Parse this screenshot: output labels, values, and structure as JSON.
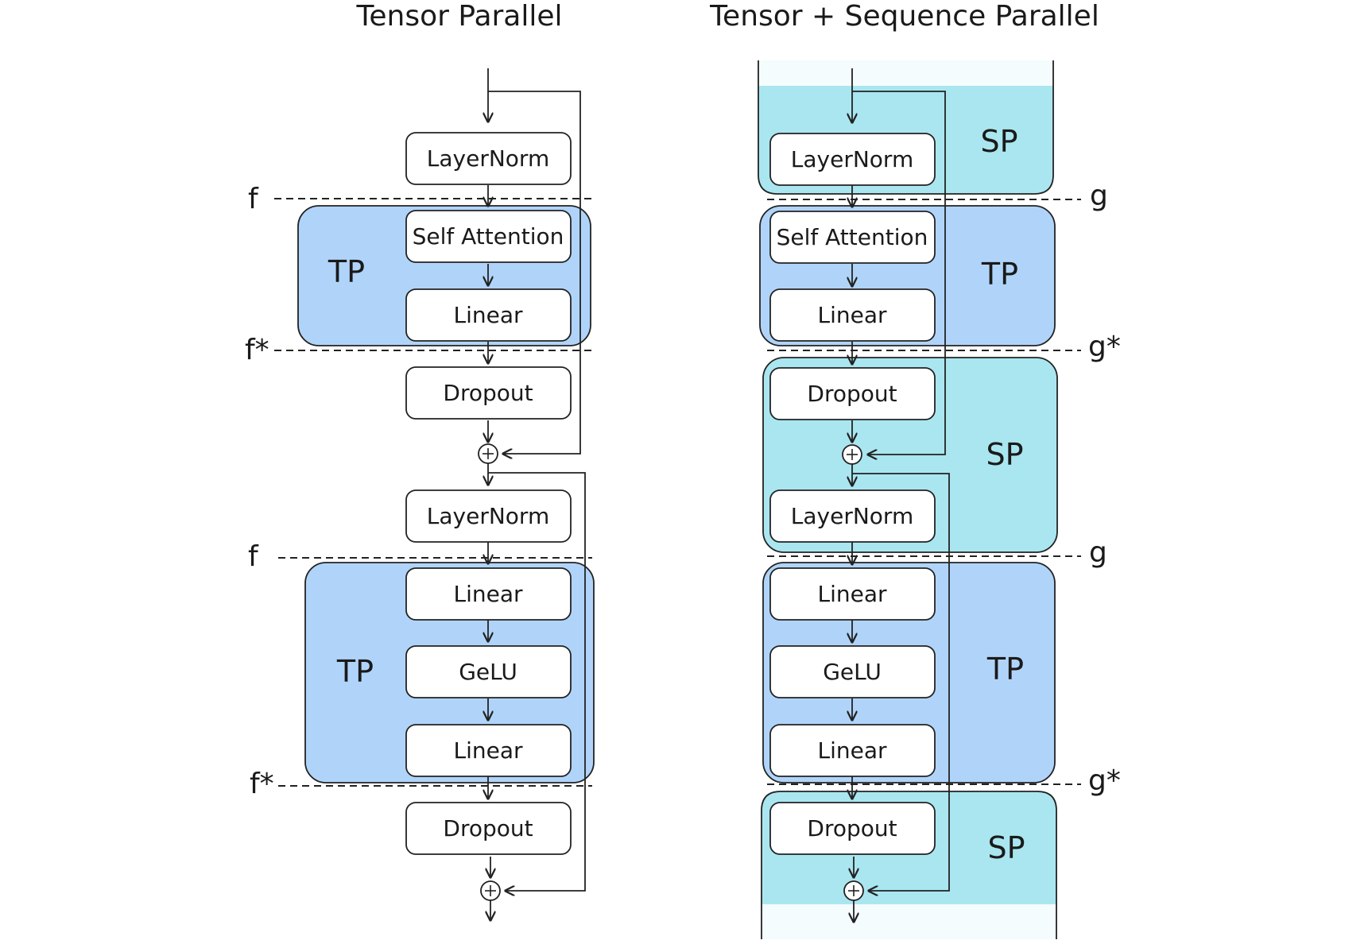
{
  "titles": {
    "left": "Tensor Parallel",
    "right": "Tensor + Sequence Parallel"
  },
  "left": {
    "blocks": [
      "LayerNorm",
      "Self Attention",
      "Linear",
      "Dropout",
      "LayerNorm",
      "Linear",
      "GeLU",
      "Linear",
      "Dropout"
    ],
    "regions": [
      "TP",
      "TP"
    ],
    "markers": [
      "f",
      "f*",
      "f",
      "f*"
    ]
  },
  "right": {
    "blocks": [
      "LayerNorm",
      "Self Attention",
      "Linear",
      "Dropout",
      "LayerNorm",
      "Linear",
      "GeLU",
      "Linear",
      "Dropout"
    ],
    "regions": [
      "SP",
      "TP",
      "SP",
      "TP",
      "SP"
    ],
    "markers": [
      "g",
      "g*",
      "g",
      "g*"
    ]
  },
  "colors": {
    "tp_fill": "#b0d4f9",
    "sp_fill": "#aae6f0",
    "sp_fade": "#f4fcfd",
    "box_fill": "#ffffff",
    "stroke": "#222222"
  }
}
